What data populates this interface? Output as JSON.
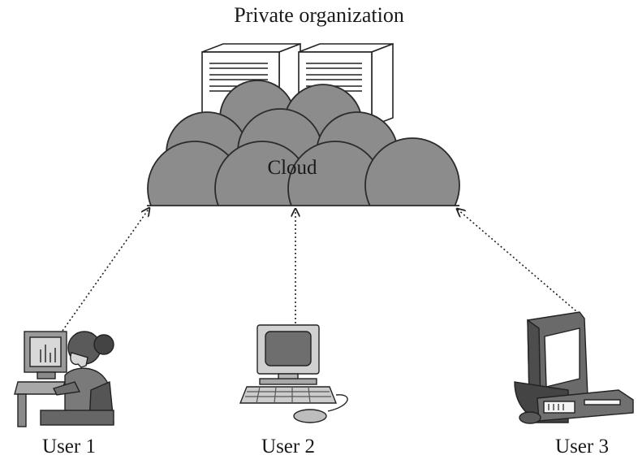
{
  "diagram": {
    "title": "Private organization",
    "cloud_label": "Cloud",
    "users": [
      {
        "label": "User 1",
        "icon": "woman-at-desktop-icon"
      },
      {
        "label": "User 2",
        "icon": "desktop-computer-icon"
      },
      {
        "label": "User 3",
        "icon": "desktop-pc-tower-icon"
      }
    ],
    "colors": {
      "cloud_fill": "#8c8c8c",
      "cloud_stroke": "#2b2b2b",
      "server_fill": "#ffffff",
      "line": "#222222"
    }
  }
}
